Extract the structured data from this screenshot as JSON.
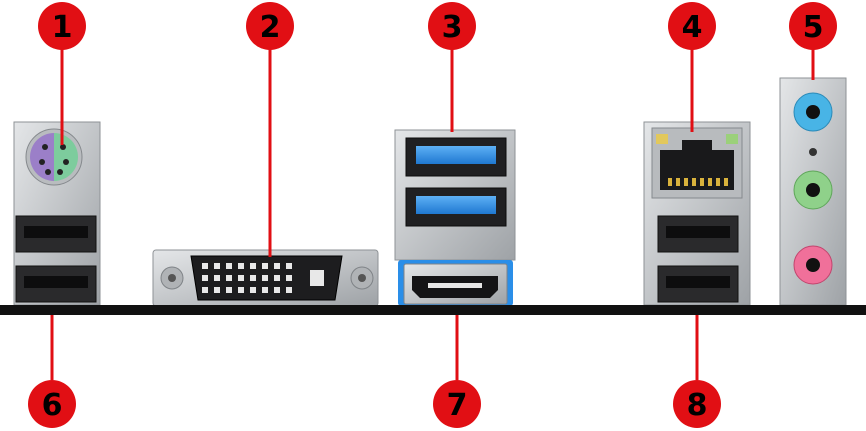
{
  "colors": {
    "badge": "#e10f14",
    "leader": "#e10f14",
    "baseline": "#111111",
    "metal": "#c9cbcd",
    "ps2_keyboard": "#9b7fc8",
    "ps2_mouse": "#7dcc9d",
    "usb3_blue": "#2a8ee8",
    "audio_blue": "#48b4e6",
    "audio_green": "#8fd18a",
    "audio_pink": "#f0709a"
  },
  "callouts": [
    {
      "label": "1",
      "port": "ps2-combo-port"
    },
    {
      "label": "2",
      "port": "dvi-port"
    },
    {
      "label": "3",
      "port": "usb3-ports"
    },
    {
      "label": "4",
      "port": "lan-port"
    },
    {
      "label": "5",
      "port": "audio-jacks"
    },
    {
      "label": "6",
      "port": "usb2-ports-left"
    },
    {
      "label": "7",
      "port": "hdmi-port"
    },
    {
      "label": "8",
      "port": "usb2-ports-right"
    }
  ]
}
